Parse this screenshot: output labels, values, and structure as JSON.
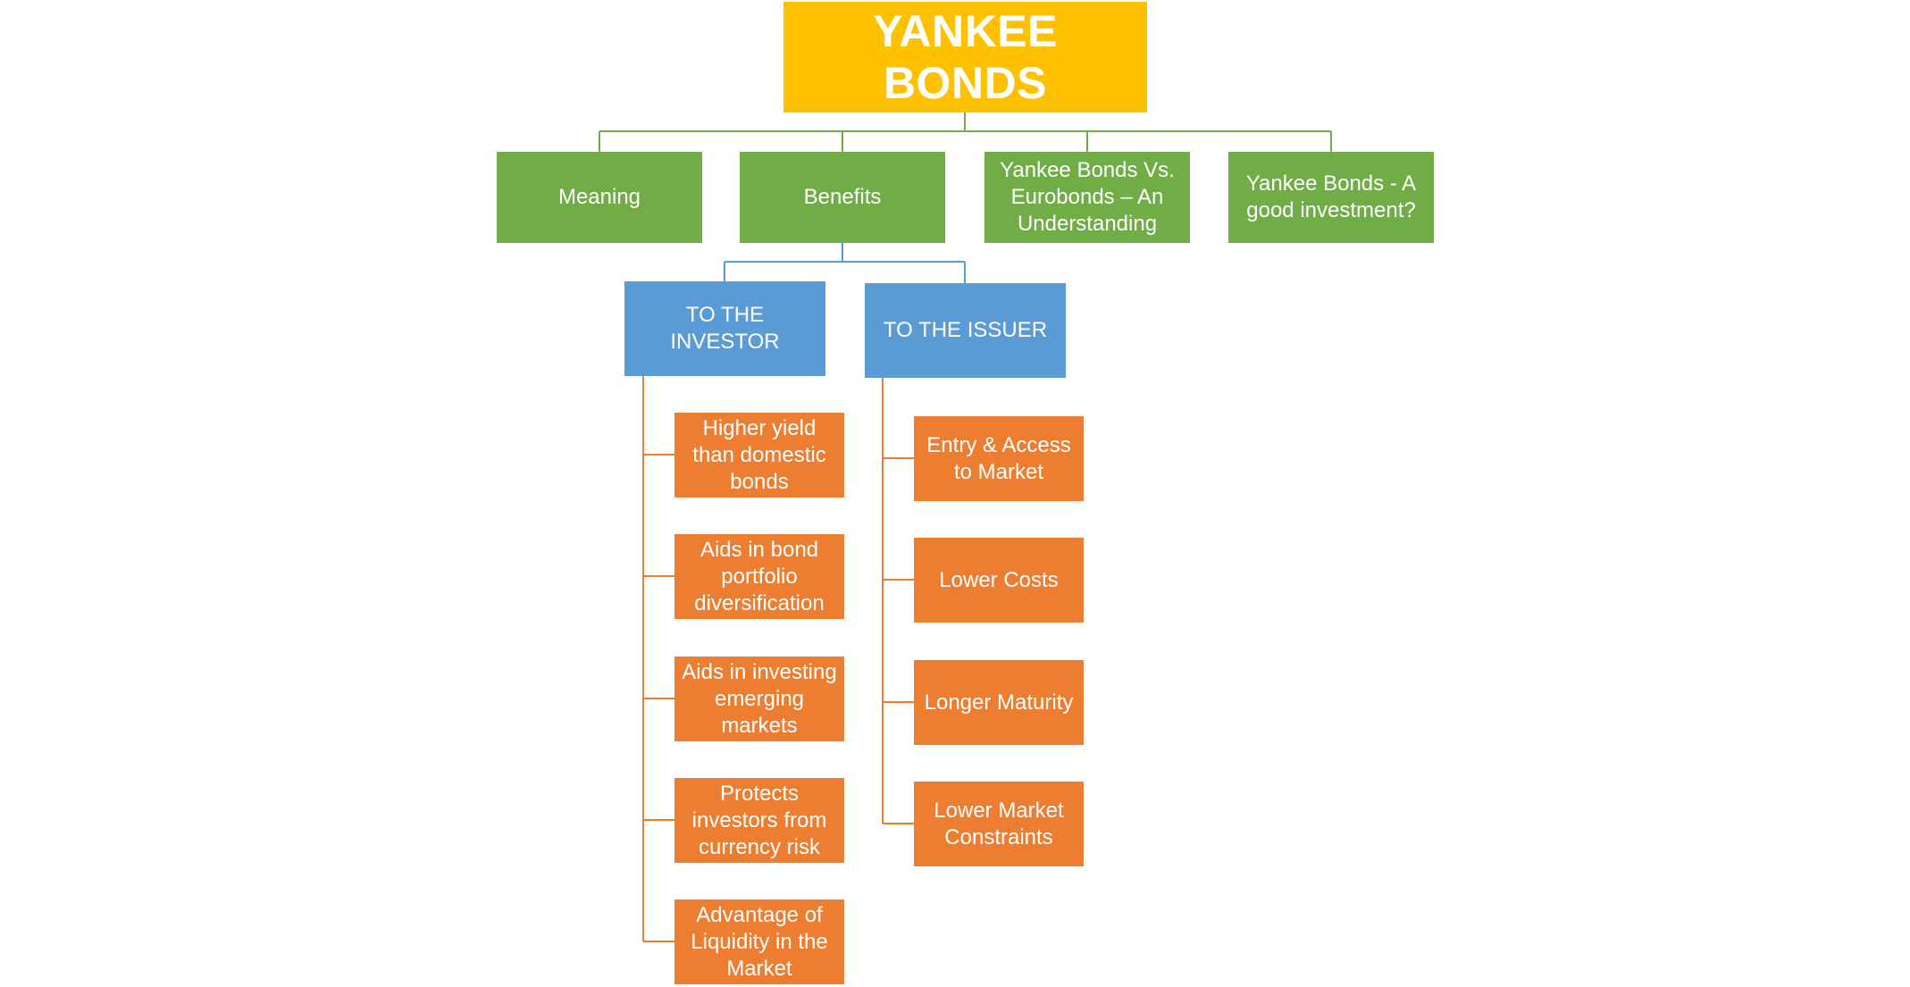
{
  "root": {
    "label": "YANKEE BONDS"
  },
  "topics": [
    {
      "label": "Meaning"
    },
    {
      "label": "Benefits"
    },
    {
      "label": "Yankee Bonds Vs. Eurobonds – An Understanding"
    },
    {
      "label": "Yankee Bonds - A good investment?"
    }
  ],
  "benefits": {
    "investor": {
      "label": "TO THE INVESTOR",
      "items": [
        {
          "label": "Higher yield than domestic bonds"
        },
        {
          "label": "Aids in bond portfolio diversification"
        },
        {
          "label": "Aids in investing emerging markets"
        },
        {
          "label": "Protects investors from currency risk"
        },
        {
          "label": "Advantage of Liquidity in the Market"
        }
      ]
    },
    "issuer": {
      "label": "TO THE ISSUER",
      "items": [
        {
          "label": "Entry & Access to Market"
        },
        {
          "label": "Lower Costs"
        },
        {
          "label": "Longer Maturity"
        },
        {
          "label": "Lower Market Constraints"
        }
      ]
    }
  },
  "colors": {
    "root": "#ffc000",
    "topic": "#70ad47",
    "topic_line": "#70ad47",
    "group": "#5b9bd5",
    "group_line": "#5b9bd5",
    "item": "#ed7d31",
    "item_line": "#ed7d31"
  }
}
